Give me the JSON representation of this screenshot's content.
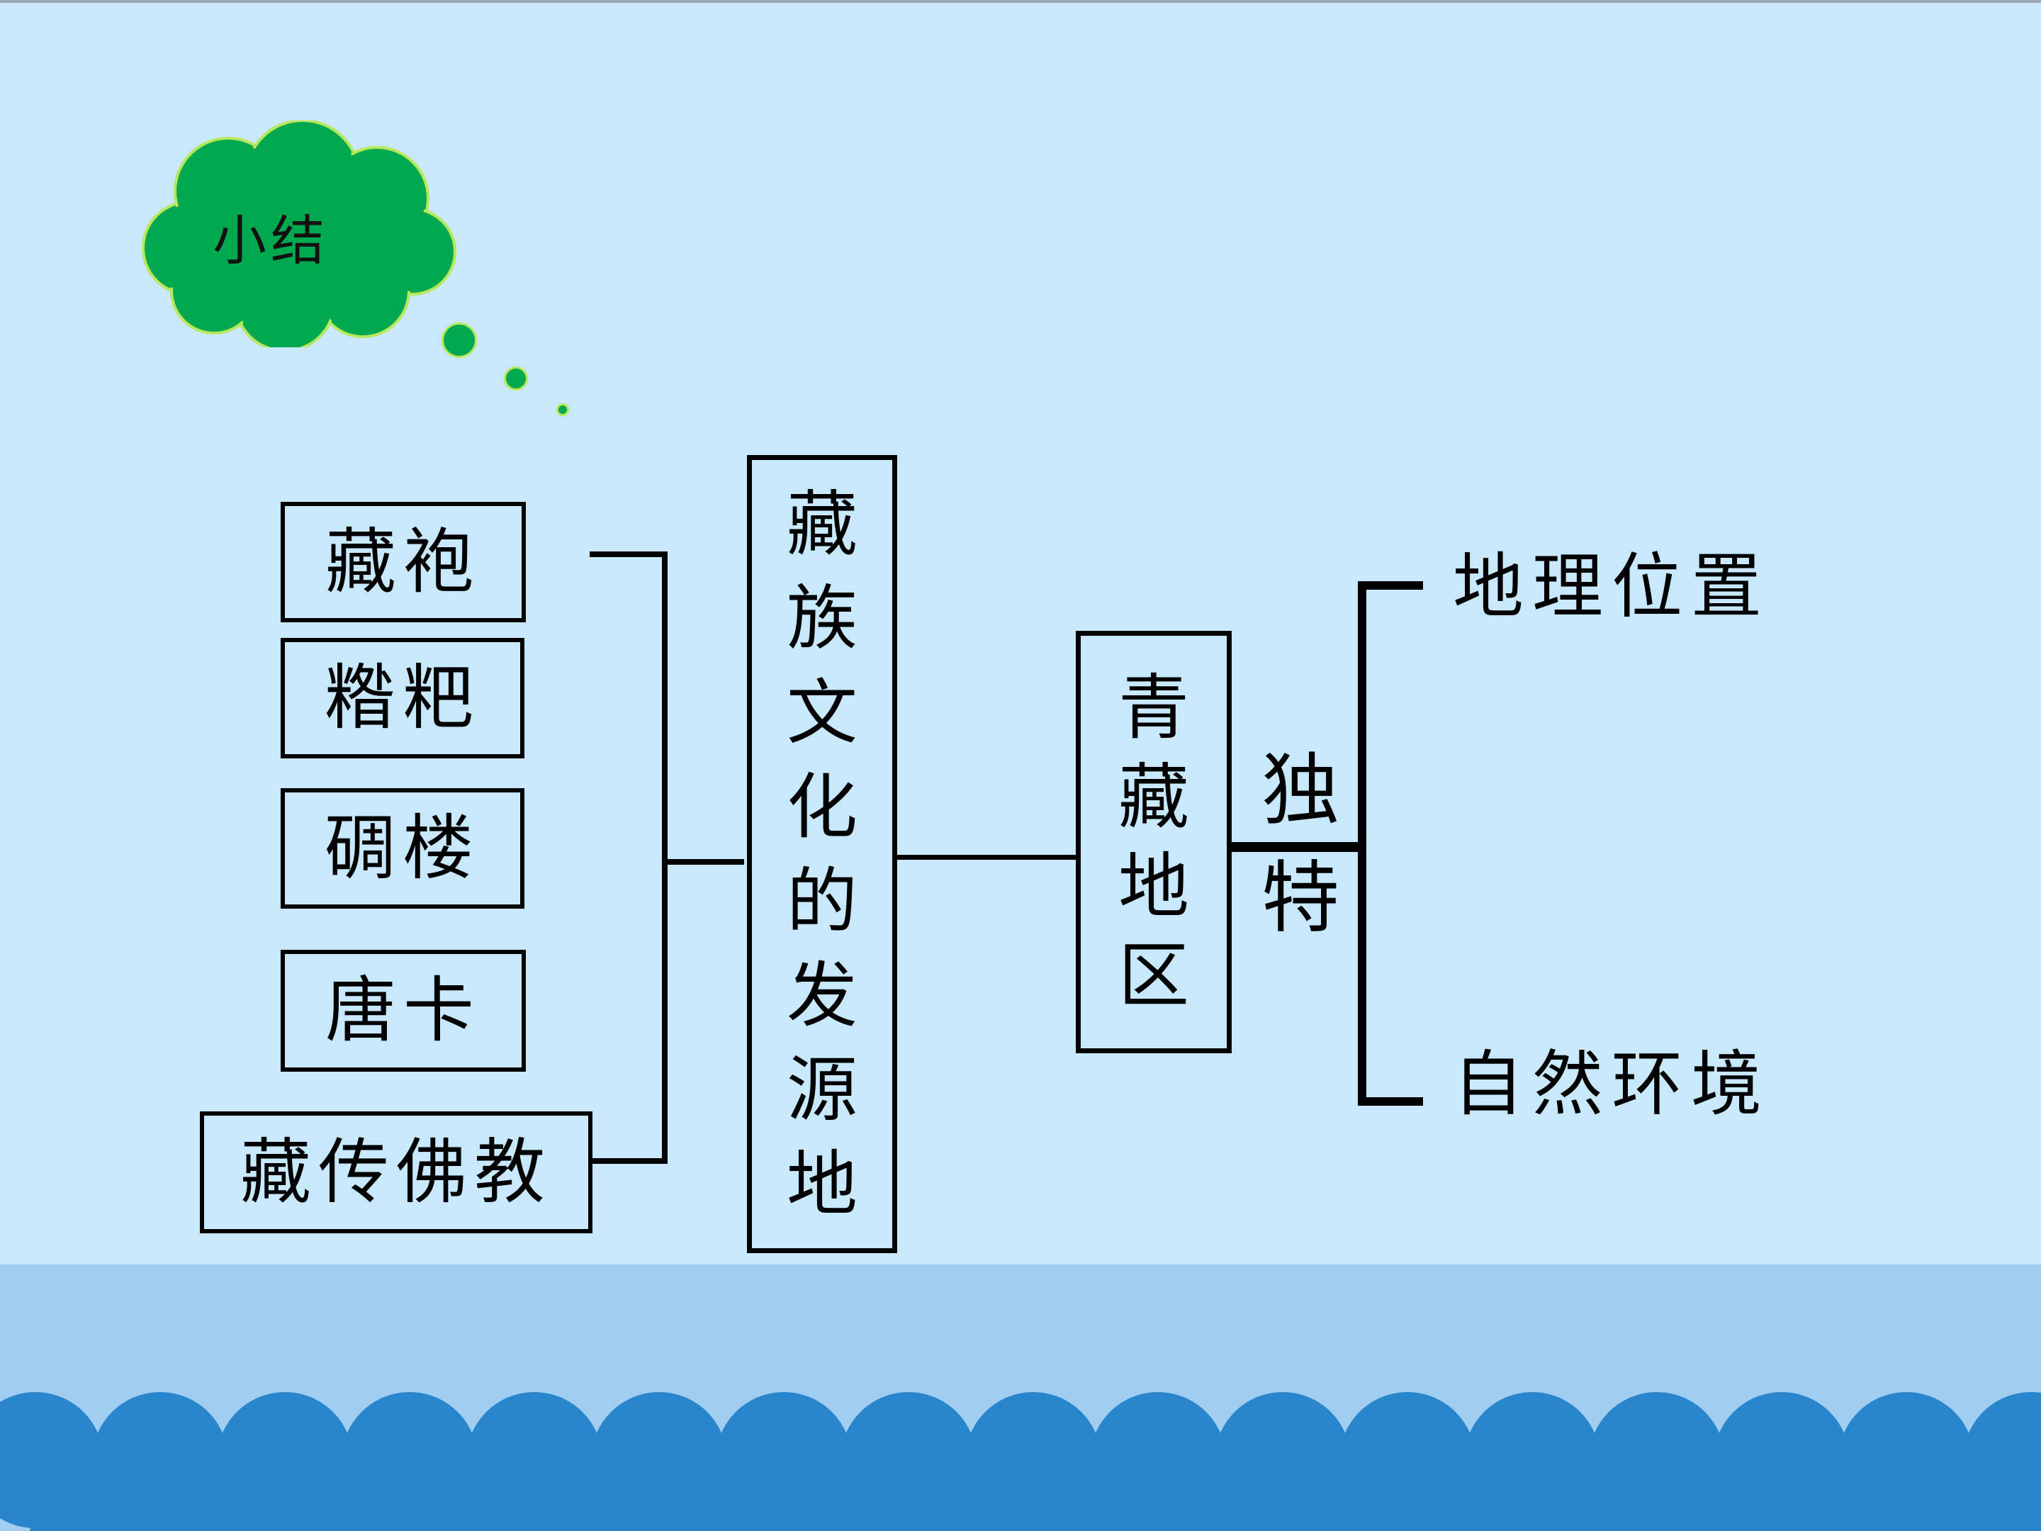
{
  "cloud": {
    "text": "小结"
  },
  "left_items": [
    "藏袍",
    "糌粑",
    "碉楼",
    "唐卡",
    "藏传佛教"
  ],
  "center_box": {
    "chars": [
      "藏",
      "族",
      "文",
      "化",
      "的",
      "发",
      "源",
      "地"
    ]
  },
  "region_box": {
    "chars": [
      "青",
      "藏",
      "地",
      "区"
    ]
  },
  "feature": {
    "chars": [
      "独",
      "特"
    ]
  },
  "right_items": [
    "地理位置",
    "自然环境"
  ],
  "colors": {
    "background": "#c8e8fb",
    "sea_band": "#a0cdf0",
    "wave_dark": "#2a86cc",
    "cloud_fill": "#00a84f",
    "cloud_outline": "#b8e85a"
  }
}
